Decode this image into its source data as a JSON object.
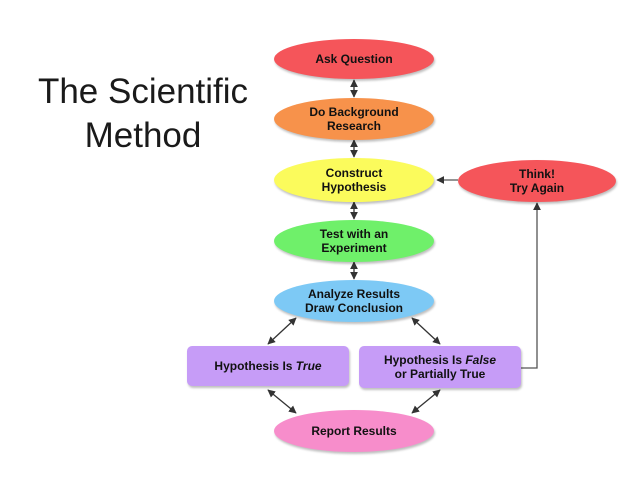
{
  "title": "The Scientific Method",
  "nodes": {
    "ask_question": {
      "label": "Ask Question",
      "color": "#f5555a"
    },
    "background_research": {
      "label": "Do Background\nResearch",
      "color": "#f7924b"
    },
    "construct_hypothesis": {
      "label": "Construct\nHypothesis",
      "color": "#fbfb5c"
    },
    "test_experiment": {
      "label": "Test with an\nExperiment",
      "color": "#6ff06a"
    },
    "analyze_results": {
      "label": "Analyze Results\nDraw Conclusion",
      "color": "#7dc9f5"
    },
    "hypothesis_true": {
      "label_prefix": "Hypothesis Is ",
      "label_emph": "True",
      "color": "#c69cf7"
    },
    "hypothesis_false": {
      "label_prefix": "Hypothesis Is ",
      "label_emph": "False",
      "label_suffix": "or Partially True",
      "color": "#c69cf7"
    },
    "report_results": {
      "label": "Report Results",
      "color": "#f78dcb"
    },
    "think_try_again": {
      "label": "Think!\nTry Again",
      "color": "#f5555a"
    }
  }
}
